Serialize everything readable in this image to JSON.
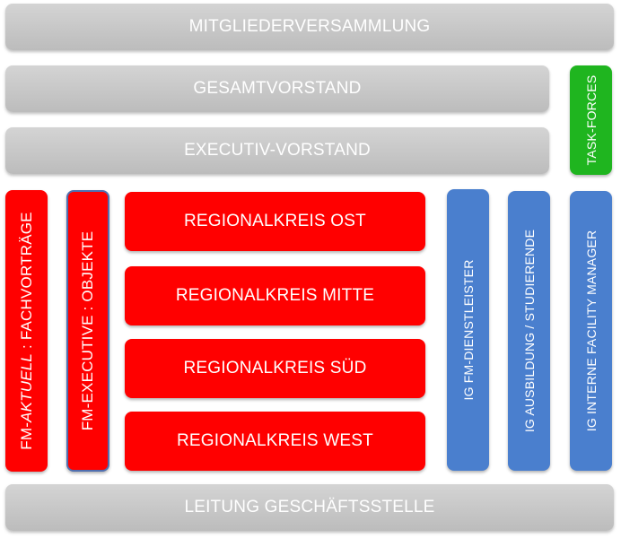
{
  "rows": {
    "mitgliederversammlung": "MITGLIEDERVERSAMMLUNG",
    "gesamtvorstand": "GESAMTVORSTAND",
    "executiv_vorstand": "EXECUTIV-VORSTAND",
    "leitung": "LEITUNG GESCHÄFTSSTELLE"
  },
  "task_forces": "TASK-FORCES",
  "fm_aktuell": {
    "prefix": "FM-",
    "italic": "AKTUELL",
    "suffix": " : FACHVORTRÄGE"
  },
  "fm_executive": "FM-EXECUTIVE : OBJEKTE",
  "regional": [
    "REGIONALKREIS OST",
    "REGIONALKREIS MITTE",
    "REGIONALKREIS SÜD",
    "REGIONALKREIS WEST"
  ],
  "ig": [
    "IG FM-DIENSTLEISTER",
    "IG AUSBILDUNG / STUDIERENDE",
    "IG INTERNE FACILITY MANAGER"
  ],
  "colors": {
    "grey": "#c8c8c8",
    "red": "#ff0000",
    "blue": "#4a7fce",
    "green": "#1fb51f"
  }
}
